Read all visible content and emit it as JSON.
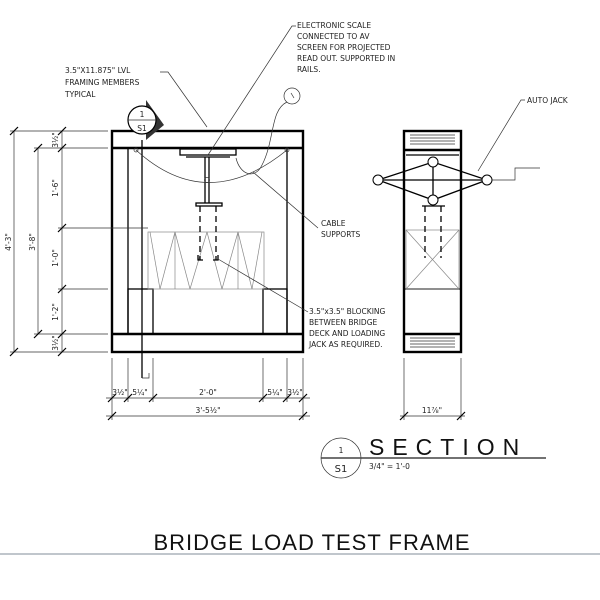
{
  "notes": {
    "scale": [
      "ELECTRONIC SCALE",
      "CONNECTED TO AV",
      "SCREEN FOR PROJECTED",
      "READ OUT. SUPPORTED IN",
      "RAILS."
    ],
    "lvl": [
      "3.5\"X11.875\" LVL",
      "FRAMING MEMBERS",
      "TYPICAL"
    ],
    "auto_jack": "AUTO JACK",
    "cable": [
      "CABLE",
      "SUPPORTS"
    ],
    "blocking": [
      "3.5\"x3.5\" BLOCKING",
      "BETWEEN BRIDGE",
      "DECK AND LOADING",
      "JACK AS REQUIRED."
    ]
  },
  "section_marker": {
    "number": "1",
    "sheet": "S1"
  },
  "dimensions": {
    "overall_height": "4'-3\"",
    "inner_height": "3'-8\"",
    "top_beam": "3½\"",
    "upper": "1'-6\"",
    "middle": "1'-0\"",
    "lower": "1'-2\"",
    "bottom_beam": "3½\"",
    "bottom": [
      "3½\"",
      "5¼\"",
      "2'-0\"",
      "5¼\"",
      "3½\""
    ],
    "overall_width": "3'-5½\"",
    "side_width": "11⅞\""
  },
  "section_title": {
    "label": "SECTION",
    "scale": "3/4\" = 1'-0",
    "number": "1",
    "sheet": "S1"
  },
  "sheet_title": "BRIDGE LOAD TEST FRAME"
}
